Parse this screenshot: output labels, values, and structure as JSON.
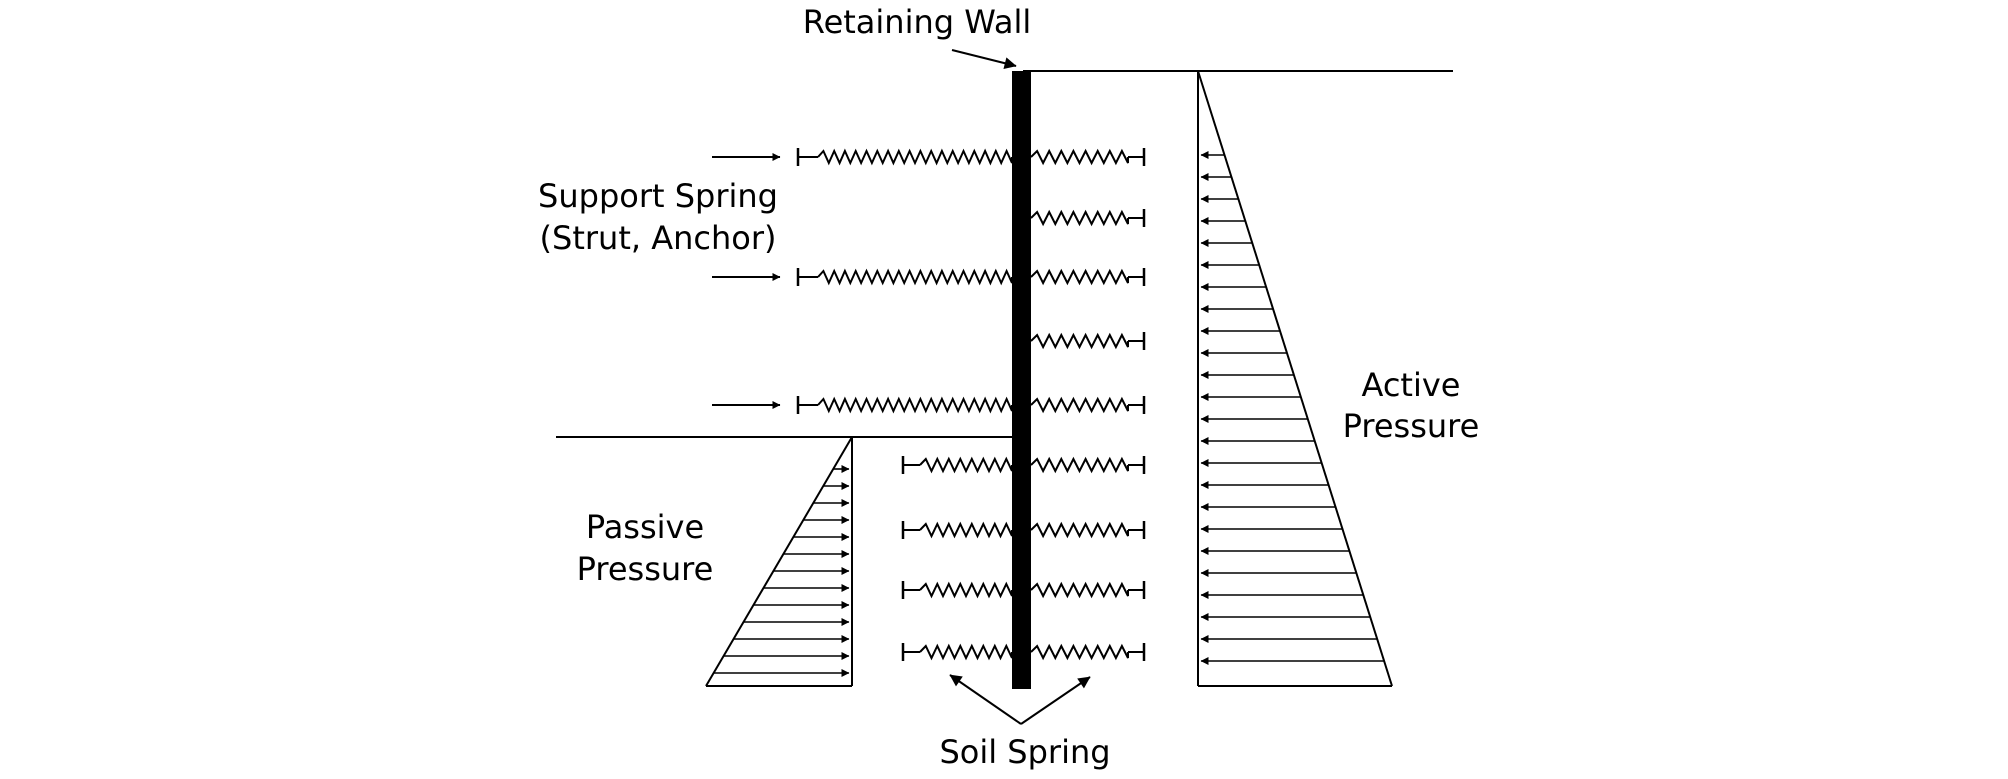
{
  "labels": {
    "retaining_wall": "Retaining Wall",
    "support_spring_line1": "Support Spring",
    "support_spring_line2": "(Strut, Anchor)",
    "active_line1": "Active",
    "active_line2": "Pressure",
    "passive_line1": "Passive",
    "passive_line2": "Pressure",
    "soil_spring": "Soil Spring"
  },
  "colors": {
    "ink": "#000000",
    "background": "#ffffff"
  }
}
